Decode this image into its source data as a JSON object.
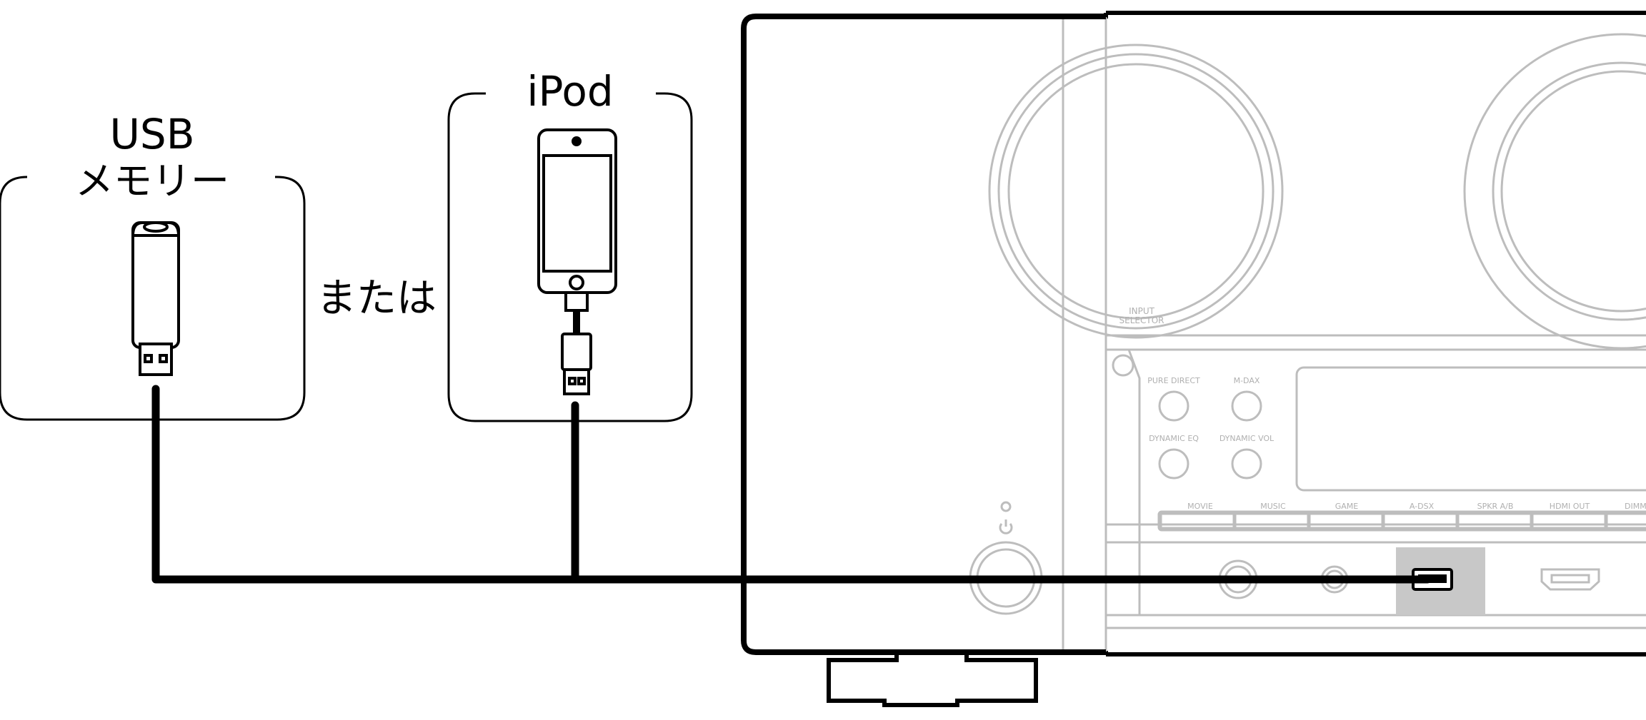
{
  "usb_box": {
    "line1": "USB",
    "line2": "メモリー"
  },
  "ipod_box": {
    "title": "iPod"
  },
  "or_text": "または",
  "receiver": {
    "input_selector": {
      "line1": "INPUT",
      "line2": "SELECTOR"
    },
    "buttons_top": [
      "PURE DIRECT",
      "M-DAX"
    ],
    "buttons_mid": [
      "DYNAMIC EQ",
      "DYNAMIC VOL"
    ],
    "strip_labels": [
      "MOVIE",
      "MUSIC",
      "GAME",
      "A-DSX",
      "SPKR A/B",
      "HDMI OUT",
      "DIMM"
    ]
  },
  "colors": {
    "line": "#000000",
    "panel": "#bdbdbd",
    "highlight": "#c8c8c8"
  }
}
